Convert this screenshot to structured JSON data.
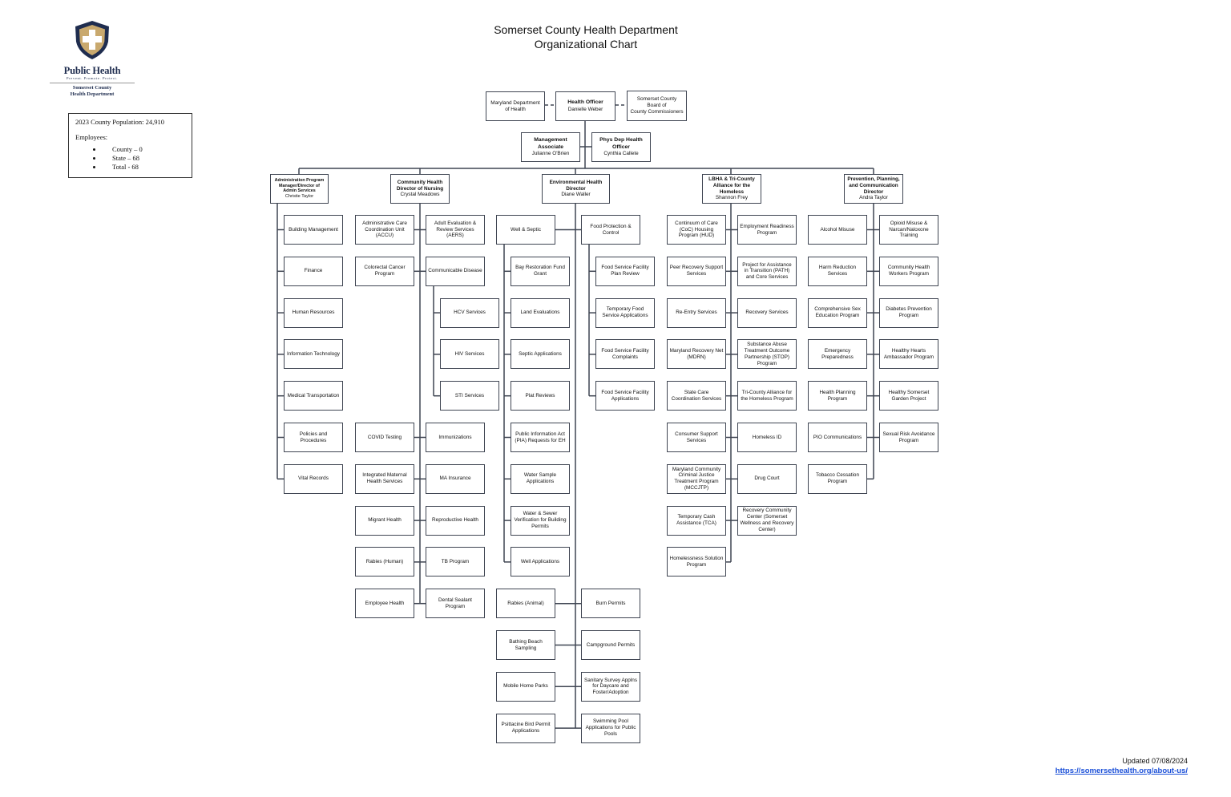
{
  "header": {
    "title_line1": "Somerset County Health Department",
    "title_line2": "Organizational Chart"
  },
  "logo": {
    "word": "Public Health",
    "tagline": "Prevent. Promote. Protect.",
    "org_line1": "Somerset County",
    "org_line2": "Health Department"
  },
  "population": {
    "line": "2023 County Population: 24,910",
    "employees_label": "Employees:",
    "employees": [
      "County – 0",
      "State – 68",
      "Total - 68"
    ]
  },
  "footer": {
    "updated": "Updated 07/08/2024",
    "url": "https://somersethealth.org/about-us/"
  },
  "colors": {
    "box_border": "#3f4552",
    "logo_navy": "#1f2d4f",
    "logo_gold": "#c9a96e",
    "link": "#1a4fd8"
  },
  "top": {
    "health_officer": {
      "title": "Health Officer",
      "name": "Danielle Weber"
    },
    "md_department": "Maryland Department of Health",
    "county_board": [
      "Somerset County",
      "Board of",
      "County Commissioners"
    ],
    "management_associate": {
      "title": "Management Associate",
      "name": "Julianne O'Brien"
    },
    "phys_dep": {
      "title": "Phys Dep Health Officer",
      "name": "Cynthia Callete"
    }
  },
  "directors": {
    "admin": {
      "title": "Administration Program Manager/Director of Admin Services",
      "name": "Christie Taylor"
    },
    "nursing": {
      "title": "Community Health Director of Nursing",
      "name": "Crystal Meadows"
    },
    "environmental": {
      "title": "Environmental Health Director",
      "name": "Diane Waller"
    },
    "lbha": {
      "title": "LBHA & Tri-County Alliance for the Homeless",
      "name": "Shannon Frey"
    },
    "prevention": {
      "title": "Prevention, Planning, and Communication Director",
      "name": "Andra Taylor"
    }
  },
  "units": {
    "admin": [
      "Building Management",
      "Finance",
      "Human Resources",
      "Information Technology",
      "Medical Transportation",
      "Policies and Procedures",
      "Vital Records"
    ],
    "nursing_left": [
      "Administrative Care Coordination Unit (ACCU)",
      "Colorectal Cancer Program",
      "COVID Testing",
      "Integrated Maternal Health Services",
      "Migrant Health",
      "Rabies (Human)",
      "Employee Health"
    ],
    "nursing_right": [
      "Adult Evaluation & Review Services (AERS)",
      "Communicable Disease",
      "Immunizations",
      "MA Insurance",
      "Reproductive Health",
      "TB Program",
      "Dental Sealant Program"
    ],
    "nursing_sub": [
      "HCV Services",
      "HIV  Services",
      "STI Services"
    ],
    "env_well": "Well & Septic",
    "env_well_sub": [
      "Bay Restoration Fund Grant",
      "Land Evaluations",
      "Septic Applications",
      "Plat Reviews",
      "Public Information Act (PIA) Requests for EH",
      "Water Sample Applications",
      "Water & Sewer Verification for Building Permits",
      "Well Applications"
    ],
    "env_food": "Food Protection & Control",
    "env_food_sub": [
      "Food Service Facility Plan Review",
      "Temporary Food Service Applications",
      "Food Service Facility Complaints",
      "Food Service Facility Applications"
    ],
    "env_left": [
      "Rabies (Animal)",
      "Bathing Beach Sampling",
      "Mobile Home Parks",
      "Psittacine Bird Permit Applications"
    ],
    "env_right": [
      "Burn Permits",
      "Campground Permits",
      "Sanitary Survey Applns for Daycare and Foster/Adoption",
      "Swimming Pool Applications for Public Pools"
    ],
    "lbha_left": [
      "Continuum of Care (CoC) Housing Program (HUD)",
      "Peer Recovery Support Services",
      "Re-Entry Services",
      "Maryland Recovery Net (MDRN)",
      "State Care Coordination Services",
      "Consumer Support Services",
      "Maryland Community Criminal Justice Treatment Program (MCCJTP)",
      "Temporary Cash Assistance (TCA)",
      "Homelessness Solution Program"
    ],
    "lbha_right": [
      "Employment Readiness Program",
      "Project for Assistance in Transition (PATH) and Core Services",
      "Recovery Services",
      "Substance Abuse Treatment Outcome Partnership  (STOP) Program",
      "Tri-County Alliance for the Homeless Program",
      "Homeless ID",
      "Drug Court",
      "Recovery Community Center (Somerset Wellness and Recovery Center)"
    ],
    "prev_left": [
      "Alcohol Misuse",
      "Harm Reduction Services",
      "Comprehensive Sex Education Program",
      "Emergency Preparedness",
      "Health Planning Program",
      "PIO Communications",
      "Tobacco Cessation Program"
    ],
    "prev_right": [
      "Opioid Misuse & Narcan/Naloxone Training",
      "Community Health Workers Program",
      "Diabetes Prevention Program",
      "Healthy Hearts Ambassador Program",
      "Healthy Somerset Garden Project",
      "Sexual Risk Avoidance Program"
    ]
  }
}
